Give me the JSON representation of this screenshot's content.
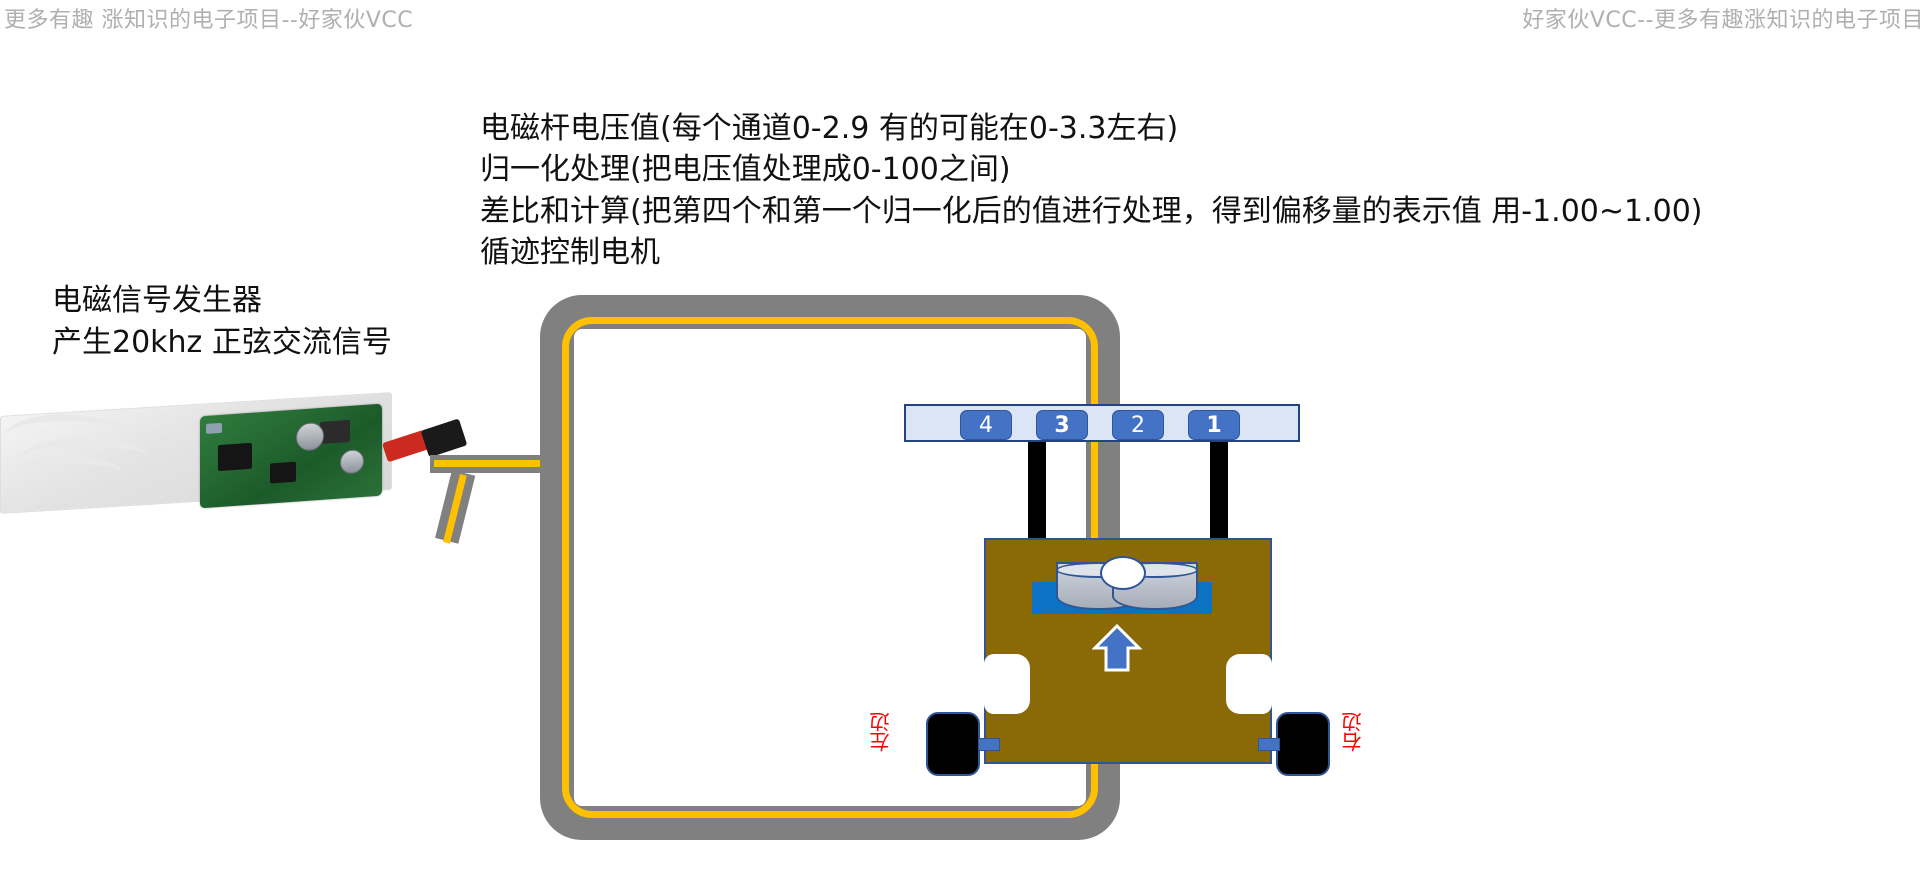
{
  "watermarks": {
    "left": "更多有趣 涨知识的电子项目--好家伙VCC",
    "right": "好家伙VCC--更多有趣涨知识的电子项目"
  },
  "notes": [
    "电磁杆电压值(每个通道0-2.9 有的可能在0-3.3左右)",
    "归一化处理(把电压值处理成0-100之间)",
    "差比和计算(把第四个和第一个归一化后的值进行处理，得到偏移量的表示值 用-1.00~1.00)",
    "循迹控制电机"
  ],
  "generator": {
    "label_line1": "电磁信号发生器",
    "label_line2": "产生20khz 正弦交流信号"
  },
  "sensor_bar": {
    "channels": [
      "4",
      "3",
      "2",
      "1"
    ]
  },
  "car": {
    "left_label": "左边",
    "right_label": "右边"
  },
  "colors": {
    "track_grey": "#808080",
    "wire_yellow": "#FFC000",
    "car_body": "#8a6a07",
    "sensor_blue": "#4472c4",
    "sensor_bar_fill": "#dbe5f5",
    "outline_blue": "#2f5597",
    "label_red": "#ff0000",
    "watermark_grey": "#b0b0b0"
  }
}
